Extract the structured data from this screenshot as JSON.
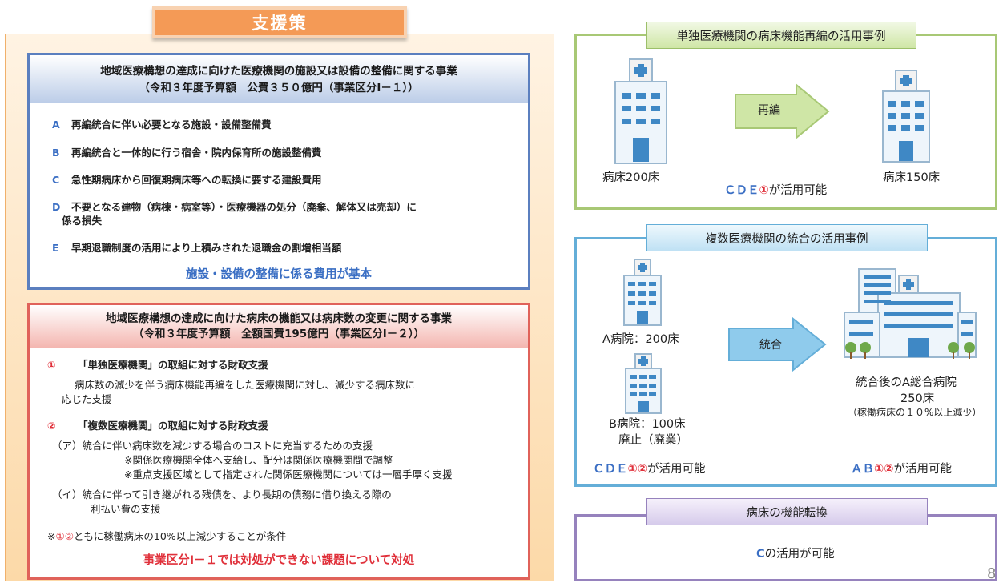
{
  "title": "支援策",
  "box1": {
    "heading_line1": "地域医療構想の達成に向けた医療機関の施設又は設備の整備に関する事業",
    "heading_line2": "（令和３年度予算額　公費３５０億円（事業区分Ⅰ－１））",
    "items": [
      {
        "letter": "A",
        "text": "再編統合に伴い必要となる施設・設備整備費"
      },
      {
        "letter": "B",
        "text": "再編統合と一体的に行う宿舎・院内保育所の施設整備費"
      },
      {
        "letter": "C",
        "text": "急性期病床から回復期病床等への転換に要する建設費用"
      },
      {
        "letter": "D",
        "text": "不要となる建物（病棟・病室等）・医療機器の処分（廃棄、解体又は売却）に"
      },
      {
        "letter": "",
        "text": "係る損失"
      },
      {
        "letter": "E",
        "text": "早期退職制度の活用により上積みされた退職金の割増相当額"
      }
    ],
    "summary": "施設・設備の整備に係る費用が基本"
  },
  "box2": {
    "heading_line1": "地域医療構想の達成に向けた病床の機能又は病床数の変更に関する事業",
    "heading_line2": "（令和３年度予算額　全額国費195億円（事業区分Ⅰ－２））",
    "item1_num": "①",
    "item1_title": "「単独医療機関」の取組に対する財政支援",
    "item1_desc1": "病床数の減少を伴う病床機能再編をした医療機関に対し、減少する病床数に",
    "item1_desc2": "応じた支援",
    "item2_num": "②",
    "item2_title": "「複数医療機関」の取組に対する財政支援",
    "a_line": "（ア）統合に伴い病床数を減少する場合のコストに充当するための支援",
    "a_note1": "※関係医療機関全体へ支給し、配分は関係医療機関間で調整",
    "a_note2": "※重点支援区域として指定された関係医療機関については一層手厚く支援",
    "i_line1": "（イ）統合に伴って引き継がれる残債を、より長期の債務に借り換える際の",
    "i_line2": "利払い費の支援",
    "cond_prefix": "※",
    "cond_mark": "①②",
    "cond_text": "ともに稼働病床の10%以上減少することが条件",
    "summary": "事業区分Ⅰ－１では対処ができない課題について対処"
  },
  "case1": {
    "tab": "単独医療機関の病床機能再編の活用事例",
    "before": "病床200床",
    "arrow": "再編",
    "after": "病床150床",
    "usable_letters": "ＣＤＥ",
    "usable_mark": "①",
    "usable_text": "が活用可能"
  },
  "case2": {
    "tab": "複数医療機関の統合の活用事例",
    "hospital_a": "A病院：200床",
    "hospital_b": "B病院：100床",
    "hospital_b_note": "廃止（廃業）",
    "arrow": "統合",
    "merged_name": "統合後のA総合病院",
    "merged_beds": "250床",
    "merged_note": "（稼働病床の１０%以上減少）",
    "usable_left_letters": "ＣＤＥ",
    "usable_left_mark": "①②",
    "usable_left_text": "が活用可能",
    "usable_right_letters": "ＡＢ",
    "usable_right_mark": "①②",
    "usable_right_text": "が活用可能"
  },
  "case3": {
    "tab": "病床の機能転換",
    "letter": "C",
    "text": "の活用が可能"
  },
  "page_number": "8",
  "colors": {
    "orange_tab": "#f49a56",
    "blue": "#3b6fc4",
    "red": "#e0303a",
    "green_border": "#a8c875",
    "cyan_border": "#64aed8",
    "purple_border": "#9682bd"
  }
}
